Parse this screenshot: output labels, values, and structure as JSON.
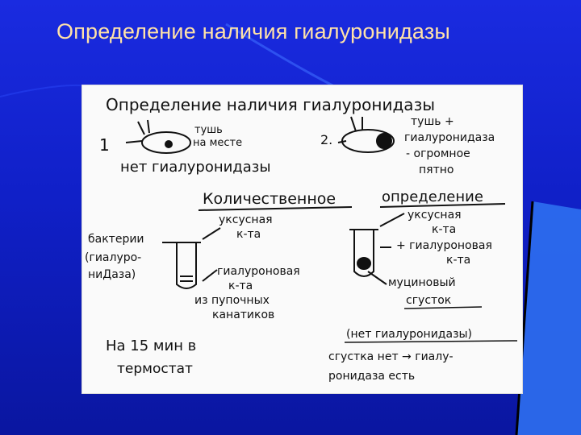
{
  "slide": {
    "title": "Определение наличия гиалуронидазы"
  },
  "photo": {
    "heading": "Определение наличия гиалуронидазы",
    "exp1_number": "1",
    "exp1_caption_top": "тушь",
    "exp1_caption_bottom": "на месте",
    "exp1_result": "нет гиалуронидазы",
    "exp2_number": "2.",
    "exp2_line1": "тушь +",
    "exp2_line2": "гиалуронидаза",
    "exp2_line3": "- огромное",
    "exp2_line4": "пятно",
    "quant_heading_left": "Количественное",
    "quant_heading_right": "определение",
    "left_acid_line1": "уксусная",
    "left_acid_line2": "к-та",
    "left_bact_line1": "бактерии",
    "left_bact_line2": "(гиалуро-",
    "left_bact_line3": "ниДаза)",
    "left_hyal_line1": "гиалуроновая",
    "left_hyal_line2": "к-та",
    "left_hyal_line3": "из пупочных",
    "left_hyal_line4": "канатиков",
    "time_line1": "На 15 мин в",
    "time_line2": "термостат",
    "right_acid_line1": "уксусная",
    "right_acid_line2": "к-та",
    "right_hyal_line1": "+ гиалуроновая",
    "right_hyal_line2": "к-та",
    "mucin_line1": "муциновый",
    "mucin_line2": "сгусток",
    "result_line1": "(нет гиалуронидазы)",
    "result_line2": "сгустка нет → гиалу-",
    "result_line3": "ронидаза есть"
  }
}
